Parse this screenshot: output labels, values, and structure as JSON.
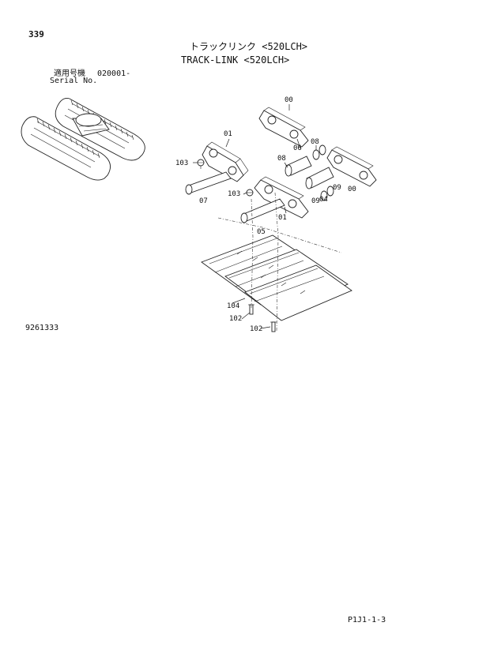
{
  "header": {
    "page_number": "339",
    "title_jp": "トラックリンク <520LCH>",
    "title_en": "TRACK-LINK <520LCH>",
    "serial_label_jp": "適用号機",
    "serial_value": "020001-",
    "serial_label_en": "Serial No."
  },
  "diagram": {
    "callouts": [
      "00",
      "01",
      "06",
      "08",
      "08",
      "103",
      "07",
      "103",
      "09",
      "04",
      "09",
      "00",
      "01",
      "05",
      "104",
      "102",
      "102"
    ]
  },
  "footer": {
    "drawing_number": "9261333",
    "page_code": "P1J1-1-3"
  }
}
